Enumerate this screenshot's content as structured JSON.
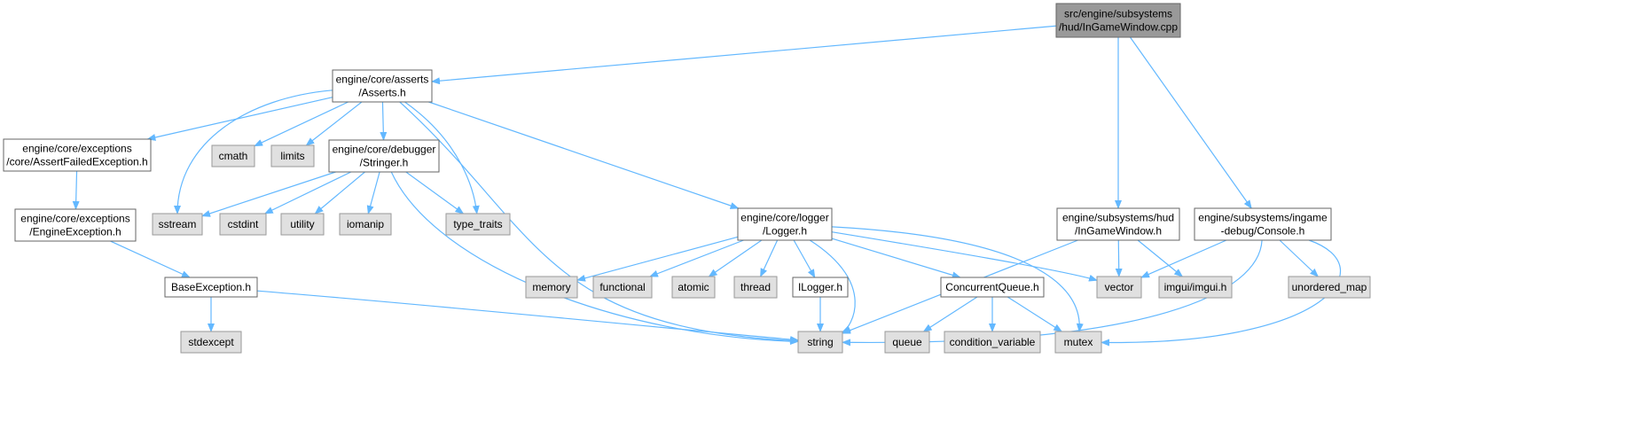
{
  "colors": {
    "edge": "#63b8ff",
    "root_fill": "#999999",
    "root_border": "#666666",
    "header_fill": "#ffffff",
    "header_border": "#666666",
    "system_fill": "#e0e0e0",
    "system_border": "#999999"
  },
  "nodes": [
    {
      "id": "root",
      "kind": "root",
      "lines": [
        "src/engine/subsystems",
        "/hud/InGameWindow.cpp"
      ]
    },
    {
      "id": "asserts",
      "kind": "header",
      "lines": [
        "engine/core/asserts",
        "/Asserts.h"
      ]
    },
    {
      "id": "assertfailed",
      "kind": "header",
      "lines": [
        "engine/core/exceptions",
        "/core/AssertFailedException.h"
      ]
    },
    {
      "id": "cmath",
      "kind": "system",
      "lines": [
        "cmath"
      ]
    },
    {
      "id": "limits",
      "kind": "system",
      "lines": [
        "limits"
      ]
    },
    {
      "id": "stringer",
      "kind": "header",
      "lines": [
        "engine/core/debugger",
        "/Stringer.h"
      ]
    },
    {
      "id": "engineexc",
      "kind": "header",
      "lines": [
        "engine/core/exceptions",
        "/EngineException.h"
      ]
    },
    {
      "id": "sstream",
      "kind": "system",
      "lines": [
        "sstream"
      ]
    },
    {
      "id": "cstdint",
      "kind": "system",
      "lines": [
        "cstdint"
      ]
    },
    {
      "id": "utility",
      "kind": "system",
      "lines": [
        "utility"
      ]
    },
    {
      "id": "iomanip",
      "kind": "system",
      "lines": [
        "iomanip"
      ]
    },
    {
      "id": "typetraits",
      "kind": "system",
      "lines": [
        "type_traits"
      ]
    },
    {
      "id": "logger",
      "kind": "header",
      "lines": [
        "engine/core/logger",
        "/Logger.h"
      ]
    },
    {
      "id": "ingamewindow",
      "kind": "header",
      "lines": [
        "engine/subsystems/hud",
        "/InGameWindow.h"
      ]
    },
    {
      "id": "console",
      "kind": "header",
      "lines": [
        "engine/subsystems/ingame",
        "-debug/Console.h"
      ]
    },
    {
      "id": "baseexc",
      "kind": "header",
      "lines": [
        "BaseException.h"
      ]
    },
    {
      "id": "memory",
      "kind": "system",
      "lines": [
        "memory"
      ]
    },
    {
      "id": "functional",
      "kind": "system",
      "lines": [
        "functional"
      ]
    },
    {
      "id": "atomic",
      "kind": "system",
      "lines": [
        "atomic"
      ]
    },
    {
      "id": "thread",
      "kind": "system",
      "lines": [
        "thread"
      ]
    },
    {
      "id": "ilogger",
      "kind": "header",
      "lines": [
        "ILogger.h"
      ]
    },
    {
      "id": "concurrentqueue",
      "kind": "header",
      "lines": [
        "ConcurrentQueue.h"
      ]
    },
    {
      "id": "vector",
      "kind": "system",
      "lines": [
        "vector"
      ]
    },
    {
      "id": "imgui",
      "kind": "system",
      "lines": [
        "imgui/imgui.h"
      ]
    },
    {
      "id": "unorderedmap",
      "kind": "system",
      "lines": [
        "unordered_map"
      ]
    },
    {
      "id": "stdexcept",
      "kind": "system",
      "lines": [
        "stdexcept"
      ]
    },
    {
      "id": "string",
      "kind": "system",
      "lines": [
        "string"
      ]
    },
    {
      "id": "queue",
      "kind": "system",
      "lines": [
        "queue"
      ]
    },
    {
      "id": "condvar",
      "kind": "system",
      "lines": [
        "condition_variable"
      ]
    },
    {
      "id": "mutex",
      "kind": "system",
      "lines": [
        "mutex"
      ]
    }
  ],
  "edges": [
    [
      "root",
      "asserts"
    ],
    [
      "root",
      "ingamewindow"
    ],
    [
      "root",
      "console"
    ],
    [
      "asserts",
      "assertfailed"
    ],
    [
      "asserts",
      "sstream"
    ],
    [
      "asserts",
      "cmath"
    ],
    [
      "asserts",
      "limits"
    ],
    [
      "asserts",
      "stringer"
    ],
    [
      "asserts",
      "typetraits"
    ],
    [
      "asserts",
      "string"
    ],
    [
      "asserts",
      "logger"
    ],
    [
      "assertfailed",
      "engineexc"
    ],
    [
      "engineexc",
      "baseexc"
    ],
    [
      "baseexc",
      "stdexcept"
    ],
    [
      "baseexc",
      "string"
    ],
    [
      "stringer",
      "sstream"
    ],
    [
      "stringer",
      "cstdint"
    ],
    [
      "stringer",
      "utility"
    ],
    [
      "stringer",
      "iomanip"
    ],
    [
      "stringer",
      "typetraits"
    ],
    [
      "stringer",
      "string"
    ],
    [
      "logger",
      "memory"
    ],
    [
      "logger",
      "functional"
    ],
    [
      "logger",
      "atomic"
    ],
    [
      "logger",
      "thread"
    ],
    [
      "logger",
      "ilogger"
    ],
    [
      "logger",
      "string"
    ],
    [
      "logger",
      "concurrentqueue"
    ],
    [
      "logger",
      "vector"
    ],
    [
      "logger",
      "mutex"
    ],
    [
      "ilogger",
      "string"
    ],
    [
      "concurrentqueue",
      "queue"
    ],
    [
      "concurrentqueue",
      "condvar"
    ],
    [
      "concurrentqueue",
      "mutex"
    ],
    [
      "ingamewindow",
      "string"
    ],
    [
      "ingamewindow",
      "vector"
    ],
    [
      "ingamewindow",
      "imgui"
    ],
    [
      "console",
      "vector"
    ],
    [
      "console",
      "unorderedmap"
    ],
    [
      "console",
      "string"
    ],
    [
      "console",
      "mutex"
    ]
  ]
}
